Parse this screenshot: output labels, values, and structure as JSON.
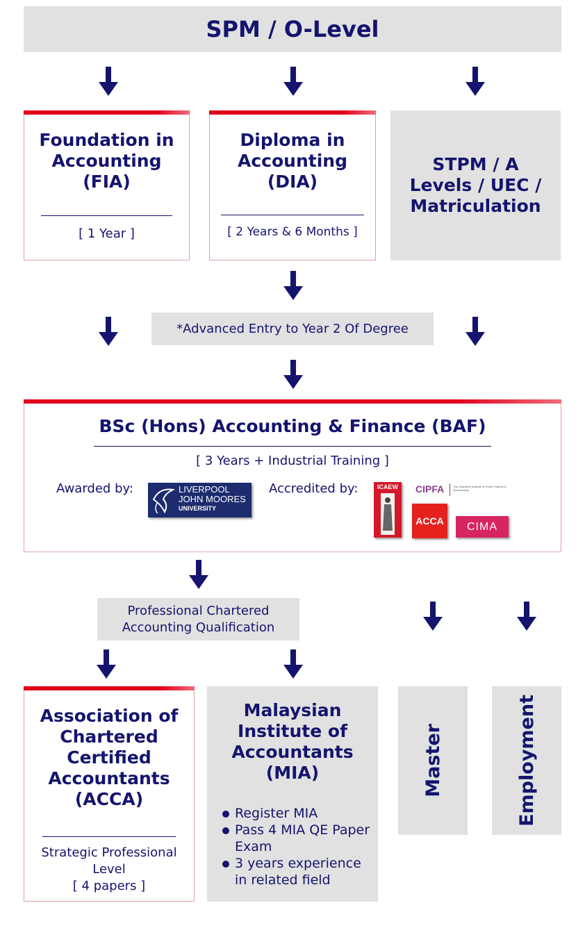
{
  "top": {
    "title": "SPM / O-Level"
  },
  "fia": {
    "title": "Foundation in Accounting (FIA)",
    "duration": "[ 1 Year ]"
  },
  "dia": {
    "title": "Diploma in Accounting (DIA)",
    "duration": "[ 2 Years & 6 Months ]"
  },
  "stpm": {
    "title": "STPM / A Levels / UEC / Matriculation"
  },
  "advanced": {
    "label": "*Advanced Entry to Year 2 Of Degree"
  },
  "baf": {
    "title": "BSc (Hons) Accounting & Finance (BAF)",
    "duration": "[ 3 Years + Industrial Training ]",
    "awarded_label": "Awarded by:",
    "accredited_label": "Accredited by:",
    "ljmu_line1": "LIVERPOOL",
    "ljmu_line2": "JOHN MOORES",
    "ljmu_line3": "UNIVERSITY",
    "icaew": "ICAEW",
    "cipfa": "CIPFA",
    "cipfa_sub": "The Chartered Institute of Public Finance & Accountancy",
    "acca": "ACCA",
    "cima": "CIMA"
  },
  "pcaq": {
    "label": "Professional Chartered Accounting Qualification"
  },
  "acca_box": {
    "title": "Association of Chartered Certified Accountants (ACCA)",
    "level": "Strategic Professional Level",
    "papers": "[ 4 papers ]"
  },
  "mia": {
    "title": "Malaysian Institute of Accountants (MIA)",
    "bullets": [
      "Register MIA",
      "Pass 4 MIA QE Paper Exam",
      "3 years experience in related field"
    ]
  },
  "master": {
    "label": "Master"
  },
  "employment": {
    "label": "Employment"
  },
  "colors": {
    "navy": "#14146e",
    "red": "#e0001b",
    "gray": "#e1e1e1"
  }
}
